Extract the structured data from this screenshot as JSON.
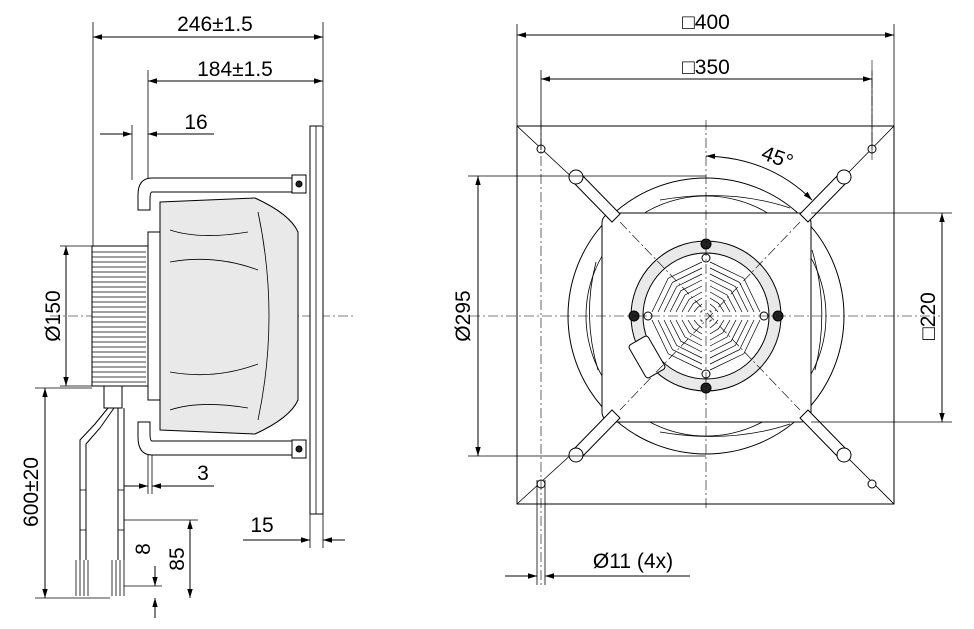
{
  "side_view": {
    "overall_length": "246±1.5",
    "body_length": "184±1.5",
    "offset_16": "16",
    "motor_diameter": "Ø150",
    "cable_length": "600±20",
    "flange_3": "3",
    "flange_15": "15",
    "strip_8": "8",
    "strip_85": "85"
  },
  "front_view": {
    "plate_size": "□400",
    "hole_spacing": "□350",
    "angle": "45°",
    "inlet_diameter": "Ø295",
    "support_size": "□220",
    "hole_diameter": "Ø11 (4x)"
  }
}
